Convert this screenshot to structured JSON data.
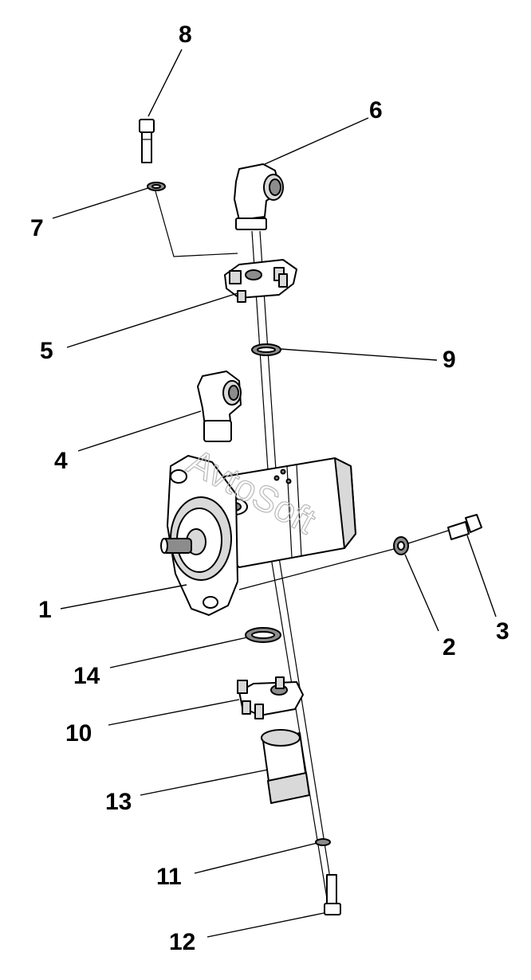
{
  "diagram": {
    "watermark": "AvtoSoft",
    "callouts": [
      "1",
      "2",
      "3",
      "4",
      "5",
      "6",
      "7",
      "8",
      "9",
      "10",
      "11",
      "12",
      "13",
      "14"
    ]
  }
}
